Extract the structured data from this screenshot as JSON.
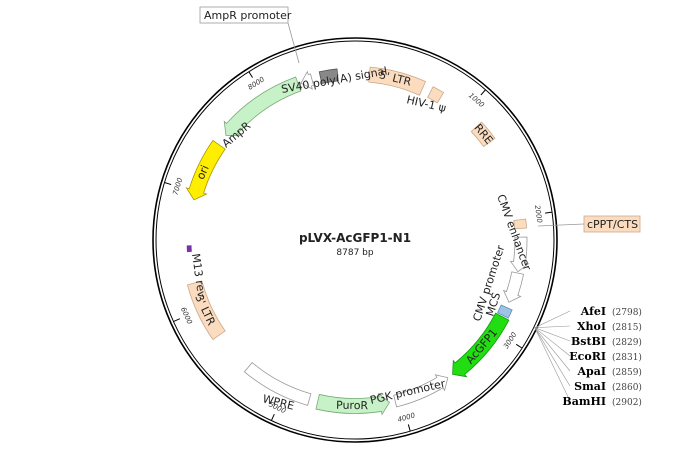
{
  "plasmid": {
    "name": "pLVX-AcGFP1-N1",
    "size": "8787 bp",
    "length_bp": 8787
  },
  "ticks": [
    {
      "bp": 1000,
      "label": "1000"
    },
    {
      "bp": 2000,
      "label": "2000"
    },
    {
      "bp": 3000,
      "label": "3000"
    },
    {
      "bp": 4000,
      "label": "4000"
    },
    {
      "bp": 5000,
      "label": "5000"
    },
    {
      "bp": 6000,
      "label": "6000"
    },
    {
      "bp": 7000,
      "label": "7000"
    },
    {
      "bp": 8000,
      "label": "8000"
    }
  ],
  "features": {
    "ltr5": {
      "label": "5' LTR",
      "color": "#fcdcbf"
    },
    "hiv_psi": {
      "label": "HIV-1 ψ",
      "color": "#fcdcbf"
    },
    "rre": {
      "label": "RRE",
      "color": "#fcdcbf"
    },
    "cppt": {
      "label": "cPPT/CTS",
      "color": "#fcdcbf"
    },
    "cmv_enhancer": {
      "label": "CMV enhancer",
      "color": "#ffffff"
    },
    "cmv_promoter": {
      "label": "CMV promoter",
      "color": "#ffffff"
    },
    "mcs": {
      "label": "MCS",
      "color": "#9dc3e6"
    },
    "acgfp1": {
      "label": "AcGFP1",
      "color": "#22dd11"
    },
    "pgk": {
      "label": "PGK promoter",
      "color": "#ffffff"
    },
    "puror": {
      "label": "PuroR",
      "color": "#c7f1c7"
    },
    "wpre": {
      "label": "WPRE",
      "color": "#ffffff"
    },
    "ltr3": {
      "label": "3' LTR",
      "color": "#fcdcbf"
    },
    "m13rev": {
      "label": "M13 rev",
      "color": "#7733aa"
    },
    "ori": {
      "label": "ori",
      "color": "#ffee00"
    },
    "ampr": {
      "label": "AmpR",
      "color": "#c7f1c7"
    },
    "ampr_promoter": {
      "label": "AmpR promoter",
      "color": "#ffffff"
    },
    "sv40": {
      "label": "SV40 poly(A) signal",
      "color": "#888888"
    }
  },
  "sites": [
    {
      "name": "AfeI",
      "pos": "(2798)"
    },
    {
      "name": "XhoI",
      "pos": "(2815)"
    },
    {
      "name": "BstBI",
      "pos": "(2829)"
    },
    {
      "name": "EcoRI",
      "pos": "(2831)"
    },
    {
      "name": "ApaI",
      "pos": "(2859)"
    },
    {
      "name": "SmaI",
      "pos": "(2860)"
    },
    {
      "name": "BamHI",
      "pos": "(2902)"
    }
  ]
}
